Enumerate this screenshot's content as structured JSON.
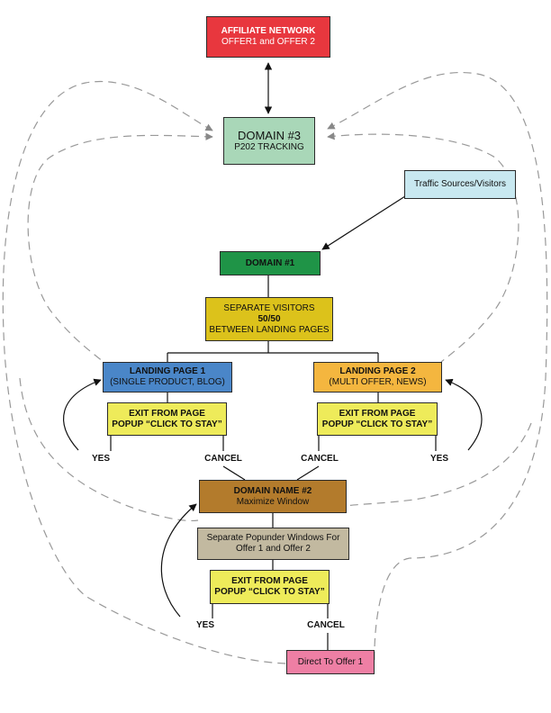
{
  "affiliate": {
    "title": "AFFILIATE NETWORK",
    "sub": "OFFER1 and OFFER 2",
    "color": "#e8373e"
  },
  "domain3": {
    "title": "DOMAIN #3",
    "sub": "P202 TRACKING",
    "color": "#a9d7b8"
  },
  "traffic": {
    "title": "Traffic Sources/Visitors",
    "color": "#c8e8f0"
  },
  "domain1": {
    "title": "DOMAIN #1",
    "color": "#1f9447"
  },
  "split": {
    "line1": "SEPARATE VISITORS",
    "line2": "50/50",
    "line3": "BETWEEN LANDING PAGES",
    "color": "#dcc21b"
  },
  "lp1": {
    "title": "LANDING PAGE 1",
    "sub": "(SINGLE PRODUCT, BLOG)",
    "color": "#4a86c8"
  },
  "lp2": {
    "title": "LANDING PAGE 2",
    "sub": "(MULTI OFFER, NEWS)",
    "color": "#f4b63f"
  },
  "exit1": {
    "line1": "EXIT FROM PAGE",
    "line2": "POPUP “CLICK TO STAY”",
    "color": "#eeeb5a"
  },
  "exit2": {
    "line1": "EXIT FROM PAGE",
    "line2": "POPUP “CLICK TO STAY”",
    "color": "#eeeb5a"
  },
  "domain2": {
    "title": "DOMAIN NAME #2",
    "sub": "Maximize Window",
    "color": "#b37b2c"
  },
  "popunder": {
    "line1": "Separate Popunder Windows For",
    "line2": "Offer 1 and Offer 2",
    "color": "#c2b9a0"
  },
  "exit3": {
    "line1": "EXIT FROM PAGE",
    "line2": "POPUP “CLICK TO STAY”",
    "color": "#eeeb5a"
  },
  "direct": {
    "title": "Direct To Offer 1",
    "color": "#ee7fa4"
  },
  "labels": {
    "yes1": "YES",
    "cancel1": "CANCEL",
    "cancel2": "CANCEL",
    "yes2": "YES",
    "yes3": "YES",
    "cancel3": "CANCEL"
  }
}
